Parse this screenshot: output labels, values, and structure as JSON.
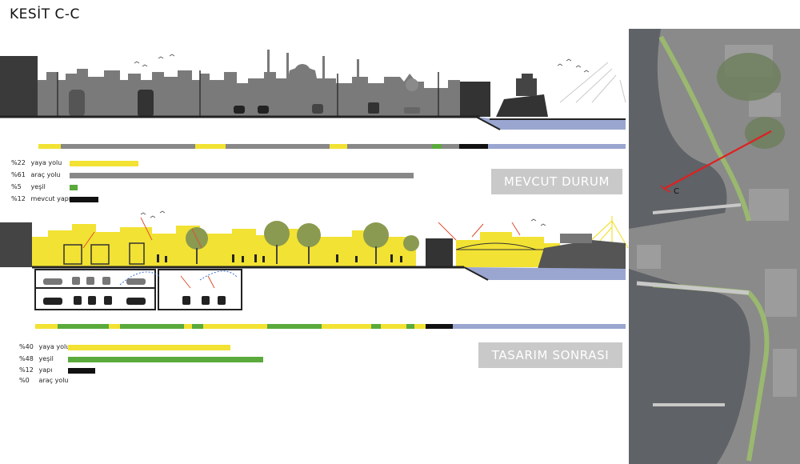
{
  "title": "KESİT C-C",
  "colors": {
    "yellow": "#f2e233",
    "gray": "#888888",
    "green": "#5aaa3c",
    "black": "#111111",
    "blue": "#9aa6d0",
    "silhouette": "#6e6e6e"
  },
  "existing": {
    "label": "MEVCUT DURUM",
    "stats": [
      {
        "pct": "%22",
        "label": "yaya yolu",
        "value": 22,
        "color": "yellow"
      },
      {
        "pct": "%61",
        "label": "araç yolu",
        "value": 61,
        "color": "gray"
      },
      {
        "pct": "%5",
        "label": "yeşil",
        "value": 5,
        "color": "green"
      },
      {
        "pct": "%12",
        "label": "mevcut yapı",
        "value": 12,
        "color": "black"
      }
    ]
  },
  "proposed": {
    "label": "TASARIM SONRASI",
    "stats": [
      {
        "pct": "%40",
        "label": "yaya yolu",
        "value": 40,
        "color": "yellow"
      },
      {
        "pct": "%48",
        "label": "yeşil",
        "value": 48,
        "color": "green"
      },
      {
        "pct": "%12",
        "label": "yapı",
        "value": 12,
        "color": "black"
      },
      {
        "pct": "%0",
        "label": "araç yolu",
        "value": 0,
        "color": "gray"
      }
    ]
  },
  "map": {
    "section_marker": "C"
  }
}
